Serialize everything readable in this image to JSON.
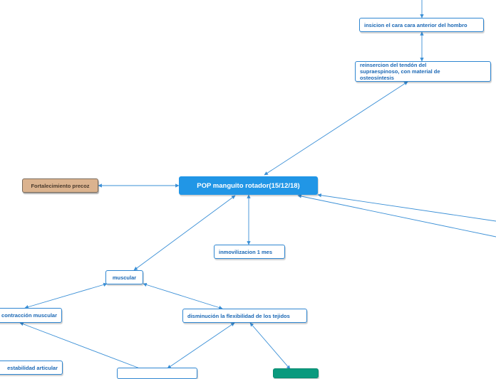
{
  "colors": {
    "link": "#3a8fd6",
    "node_border": "#2f86d1",
    "node_text": "#1b68b5",
    "central": "#2196e6",
    "tan": "#dbb38f"
  },
  "nodes": {
    "central": "POP manguito rotador(15/12/18)",
    "fortalecimiento": "Fortalecimiento precoz",
    "insicion": "insicion el cara cara anterior del hombro",
    "reinsercion": "reinsercion del tendón del supraespinoso, con material de osteosíntesis",
    "inmovilizacion": "inmovilizacion 1 mes",
    "muscular": "muscular",
    "contraccion": "contracción muscular",
    "flexibilidad": "disminución la flexibilidad de los tejidos",
    "estabilidad": "estabilidad articular"
  }
}
